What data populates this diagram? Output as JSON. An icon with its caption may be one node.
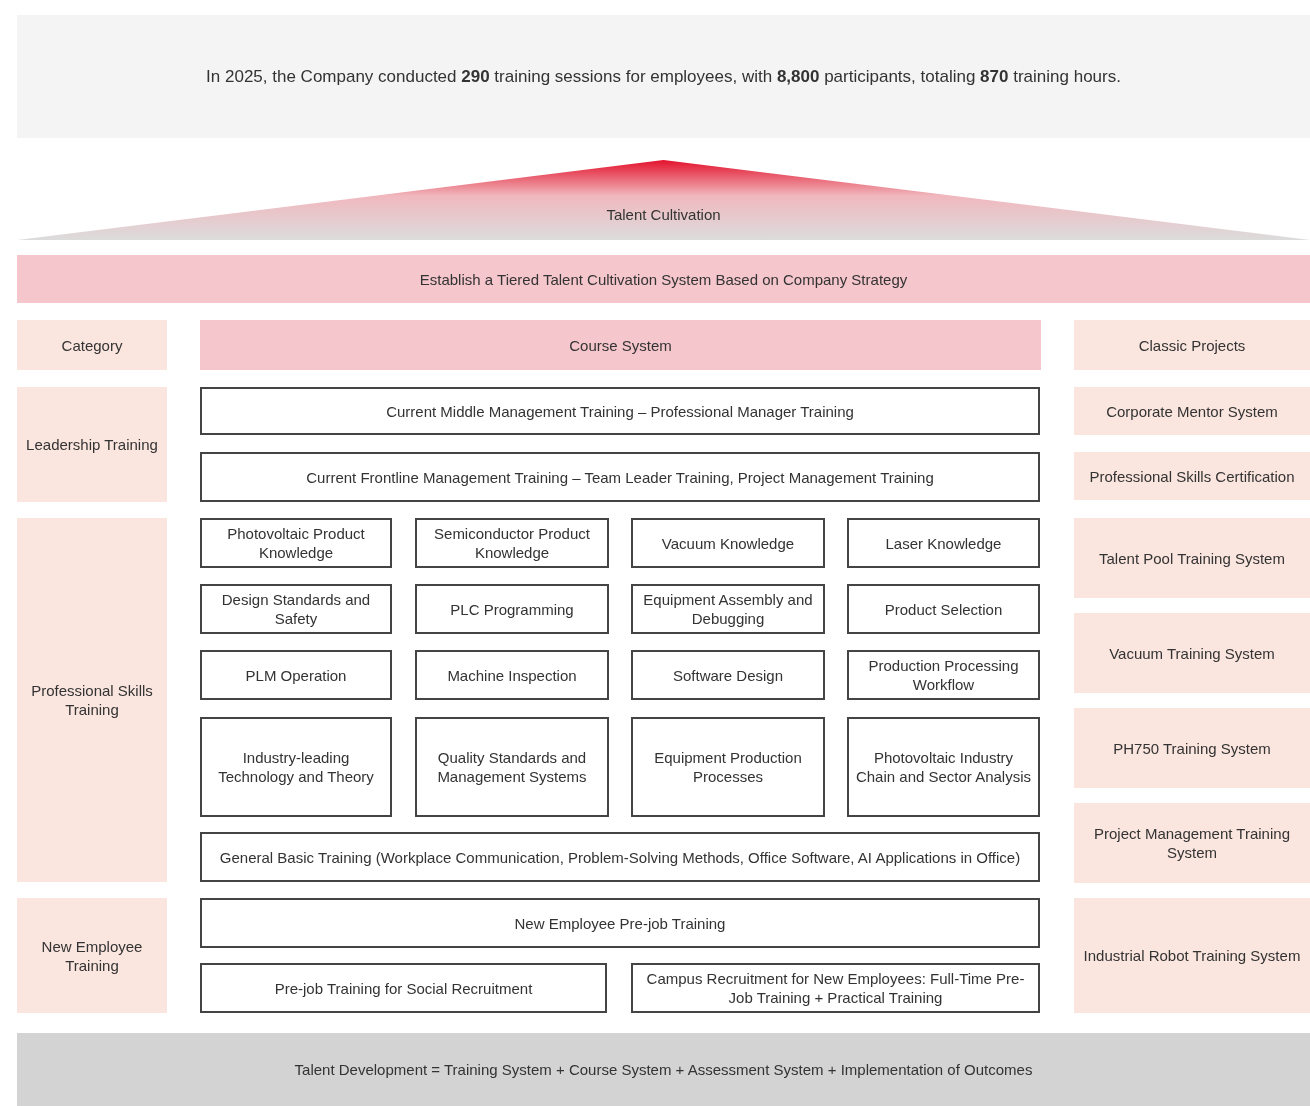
{
  "diagram": {
    "title": "In 2025, the Company conducted **290** training sessions for employees, with **8,800** participants, totaling **870** training hours.",
    "nodes": [
      {
        "text": [
          "Talent Cultivation"
        ]
      },
      {
        "text": [
          "Establish a Tiered Talent Cultivation System Based on Company Strategy"
        ]
      },
      {
        "text": [
          "Category"
        ]
      },
      {
        "text": [
          "Course System"
        ]
      },
      {
        "text": [
          "Classic Projects"
        ]
      },
      {
        "text": [
          "Leadership Training"
        ]
      },
      {
        "text": [
          "Current Middle Management Training – Professional Manager Training"
        ]
      },
      {
        "text": [
          "Corporate Mentor System"
        ]
      },
      {
        "text": [
          "Current Frontline Management Training – Team Leader Training, Project Management Training"
        ]
      },
      {
        "text": [
          "Professional Skills Certification"
        ]
      },
      {
        "text": [
          "Professional Skills Training"
        ]
      },
      {
        "text": [
          "Photovoltaic Product Knowledge"
        ]
      },
      {
        "text": [
          "Semiconductor Product Knowledge"
        ]
      },
      {
        "text": [
          "Vacuum Knowledge"
        ]
      },
      {
        "text": [
          "Laser Knowledge"
        ]
      },
      {
        "text": [
          "Talent Pool Training System"
        ]
      },
      {
        "text": [
          "Design Standards and Safety"
        ]
      },
      {
        "text": [
          "PLC Programming"
        ]
      },
      {
        "text": [
          "Equipment Assembly and Debugging"
        ]
      },
      {
        "text": [
          "Product Selection"
        ]
      },
      {
        "text": [
          "Vacuum Training System"
        ]
      },
      {
        "text": [
          "PLM Operation"
        ]
      },
      {
        "text": [
          "Machine Inspection"
        ]
      },
      {
        "text": [
          "Software Design"
        ]
      },
      {
        "text": [
          "Production Processing Workflow"
        ]
      },
      {
        "text": [
          "PH750 Training System"
        ]
      },
      {
        "text": [
          "Industry-leading Technology and Theory"
        ]
      },
      {
        "text": [
          "Quality Standards and Management Systems"
        ]
      },
      {
        "text": [
          "Equipment Production Processes"
        ]
      },
      {
        "text": [
          "Photovoltaic Industry Chain and Sector Analysis"
        ]
      },
      {
        "text": [
          "General Basic Training (Workplace Communication, Problem-Solving Methods, Office Software, AI Applications in Office)"
        ]
      },
      {
        "text": [
          "Project Management Training System"
        ]
      },
      {
        "text": [
          "New Employee Training"
        ]
      },
      {
        "text": [
          "New Employee Pre-job Training"
        ]
      },
      {
        "text": [
          "Industrial Robot Training System"
        ]
      },
      {
        "text": [
          "Pre-job Training for Social Recruitment"
        ]
      },
      {
        "text": [
          "Campus Recruitment for New Employees: Full-Time Pre-Job Training + Practical Training"
        ]
      },
      {
        "text": [
          "Talent Development = Training System + Course System + Assessment System + Implementation of Outcomes"
        ]
      }
    ]
  }
}
